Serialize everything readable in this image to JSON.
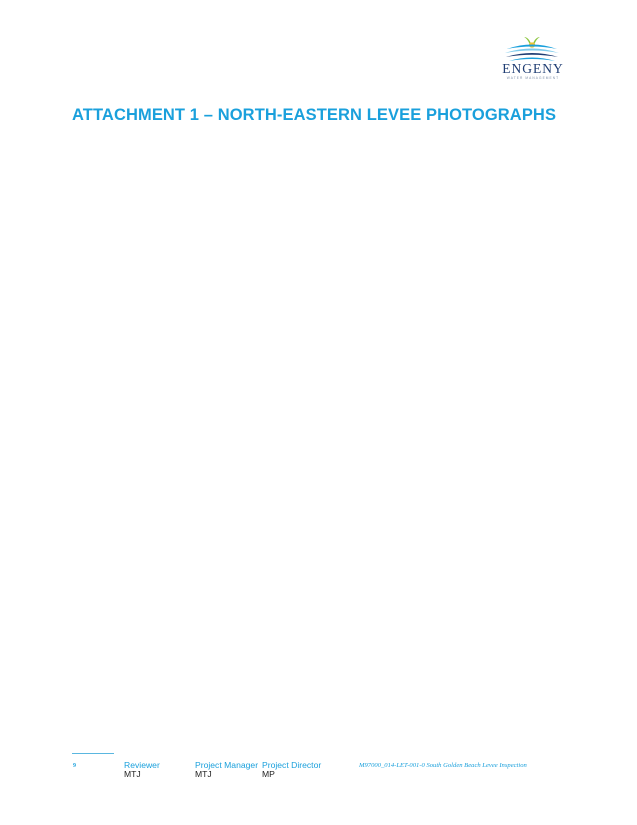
{
  "header": {
    "logo": {
      "wordmark": "ENGENY",
      "tagline": "WATER MANAGEMENT",
      "colors": {
        "navy": "#1f3d73",
        "blue": "#1aa0dc",
        "light_blue": "#7fcbec",
        "green": "#8cc63f",
        "yellow": "#f2c230"
      }
    }
  },
  "main": {
    "heading": "ATTACHMENT 1 – NORTH-EASTERN LEVEE PHOTOGRAPHS"
  },
  "footer": {
    "page_number": "9",
    "reviewer": {
      "label": "Reviewer",
      "value": "MTJ"
    },
    "project_manager": {
      "label": "Project Manager",
      "value": "MTJ"
    },
    "project_director": {
      "label": "Project Director",
      "value": "MP"
    },
    "document_reference": "M97000_014-LET-001-0 South Golden Beach Levee Inspection"
  },
  "colors": {
    "accent": "#1aa0dc",
    "text": "#222222"
  }
}
